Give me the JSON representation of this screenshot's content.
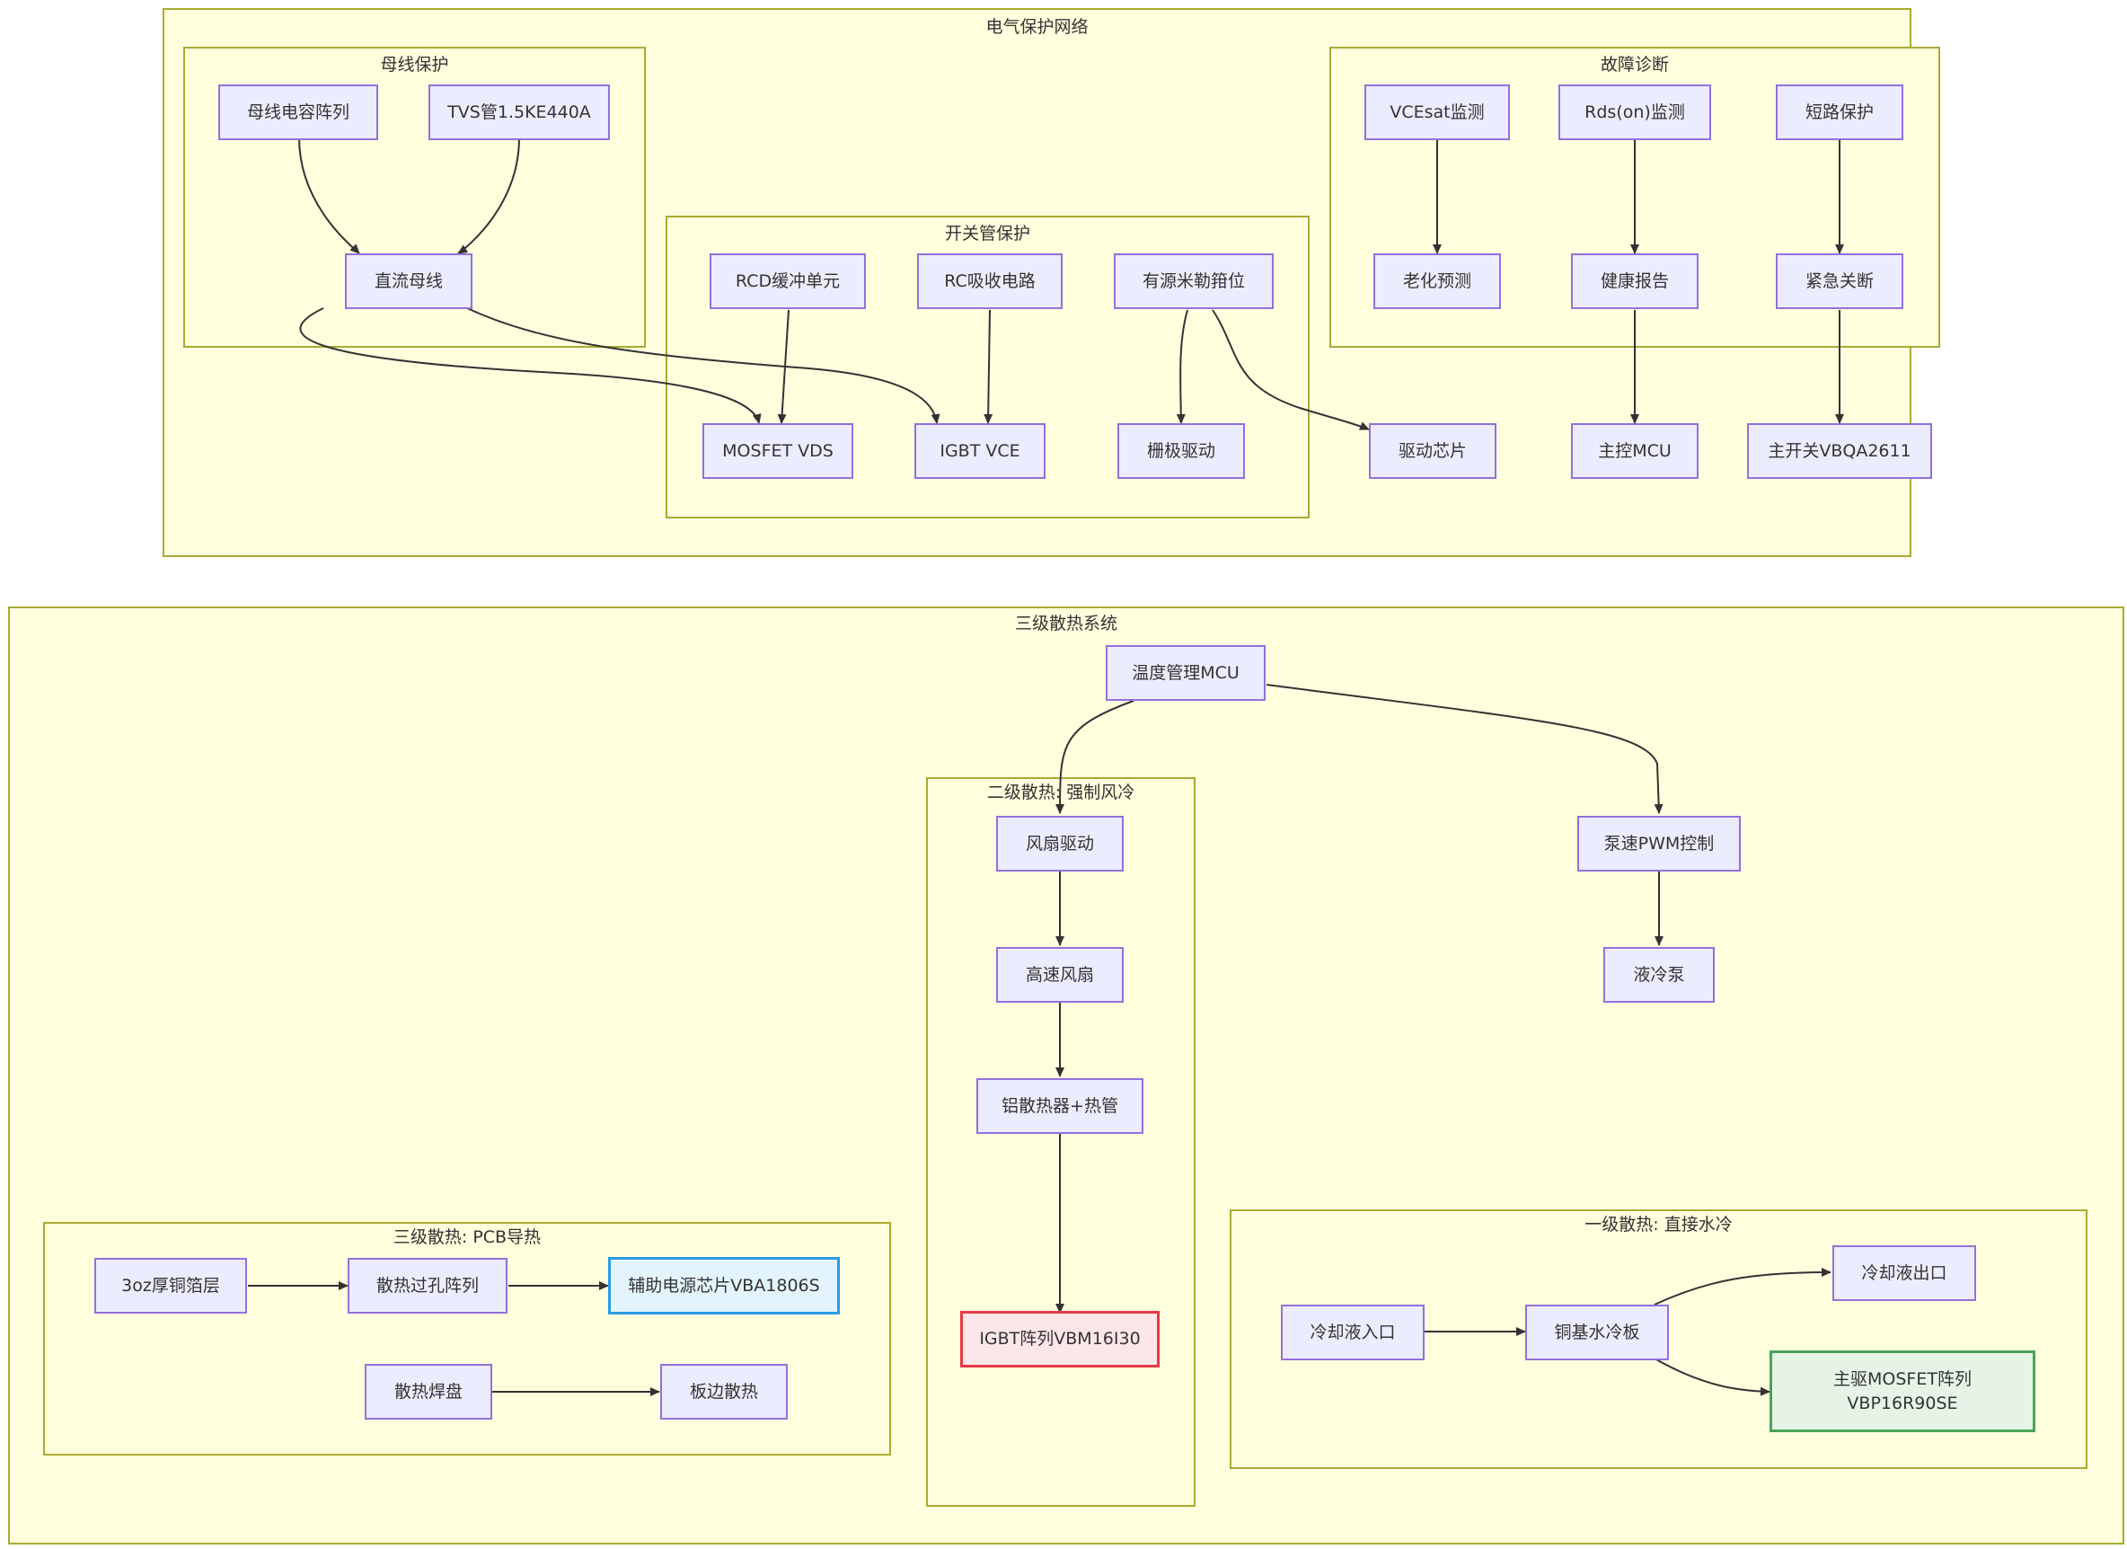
{
  "clusters": {
    "electrical": "电气保护网络",
    "bus": "母线保护",
    "switch": "开关管保护",
    "fault": "故障诊断",
    "thermal": "三级散热系统",
    "air": "二级散热: 强制风冷",
    "pcb": "三级散热: PCB导热",
    "water": "一级散热: 直接水冷"
  },
  "nodes": {
    "bus_cap": "母线电容阵列",
    "tvs": "TVS管1.5KE440A",
    "dc_bus": "直流母线",
    "rcd": "RCD缓冲单元",
    "rc": "RC吸收电路",
    "miller": "有源米勒箝位",
    "mosfet_vds": "MOSFET VDS",
    "igbt_vce": "IGBT VCE",
    "gate_drive": "栅极驱动",
    "vcesat": "VCEsat监测",
    "rdson": "Rds(on)监测",
    "short": "短路保护",
    "aging": "老化预测",
    "health": "健康报告",
    "emergency": "紧急关断",
    "driver_chip": "驱动芯片",
    "main_mcu": "主控MCU",
    "main_switch": "主开关VBQA2611",
    "temp_mcu": "温度管理MCU",
    "fan_drive": "风扇驱动",
    "fan": "高速风扇",
    "heatsink": "铝散热器+热管",
    "igbt_array": "IGBT阵列VBM16I30",
    "pump_pwm": "泵速PWM控制",
    "pump": "液冷泵",
    "copper": "3oz厚铜箔层",
    "vias": "散热过孔阵列",
    "aux": "辅助电源芯片VBA1806S",
    "pad": "散热焊盘",
    "edge": "板边散热",
    "inlet": "冷却液入口",
    "cold_plate": "铜基水冷板",
    "outlet": "冷却液出口",
    "main_mosfet": "主驱MOSFET阵列\nVBP16R90SE"
  },
  "edges": [
    [
      "bus_cap",
      "dc_bus"
    ],
    [
      "tvs",
      "dc_bus"
    ],
    [
      "dc_bus",
      "mosfet_vds"
    ],
    [
      "dc_bus",
      "igbt_vce"
    ],
    [
      "rcd",
      "mosfet_vds"
    ],
    [
      "rc",
      "igbt_vce"
    ],
    [
      "miller",
      "gate_drive"
    ],
    [
      "miller",
      "driver_chip"
    ],
    [
      "vcesat",
      "aging"
    ],
    [
      "rdson",
      "health"
    ],
    [
      "short",
      "emergency"
    ],
    [
      "health",
      "main_mcu"
    ],
    [
      "emergency",
      "main_switch"
    ],
    [
      "temp_mcu",
      "fan_drive"
    ],
    [
      "temp_mcu",
      "pump_pwm"
    ],
    [
      "fan_drive",
      "fan"
    ],
    [
      "fan",
      "heatsink"
    ],
    [
      "heatsink",
      "igbt_array"
    ],
    [
      "pump_pwm",
      "pump"
    ],
    [
      "copper",
      "vias"
    ],
    [
      "vias",
      "aux"
    ],
    [
      "pad",
      "edge"
    ],
    [
      "inlet",
      "cold_plate"
    ],
    [
      "cold_plate",
      "outlet"
    ],
    [
      "cold_plate",
      "main_mosfet"
    ]
  ],
  "colors": {
    "cluster_fill": "#ffffde",
    "cluster_stroke": "#aaaa33",
    "node_fill": "#ececff",
    "node_stroke": "#9370db",
    "aux_fill": "#e3f4fd",
    "aux_stroke": "#2b9be5",
    "igbt_fill": "#fde6ea",
    "igbt_stroke": "#e33a43",
    "mosfet_fill": "#e6f4e7",
    "mosfet_stroke": "#4aa357",
    "edge": "#333333"
  }
}
